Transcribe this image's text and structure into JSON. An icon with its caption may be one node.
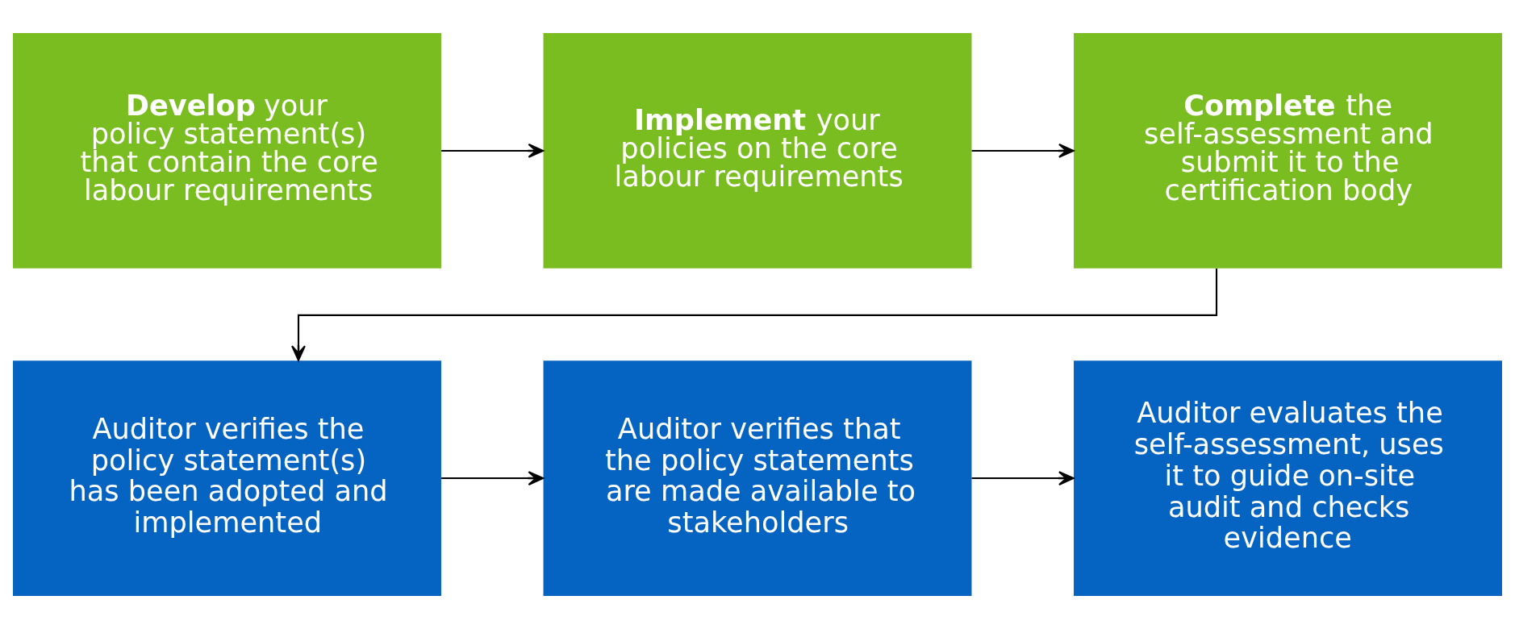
{
  "diagram": {
    "nodes": [
      {
        "text": [
          "**Develop** your policy statement(s) that contain the core labour requirements"
        ]
      },
      {
        "text": [
          "**Implement** your policies on the core labour requirements"
        ]
      },
      {
        "text": [
          "**Complete** the self-assessment and submit it to the certification body"
        ]
      },
      {
        "text": [
          "Auditor verifies the policy statement(s) has been adopted and implemented"
        ]
      },
      {
        "text": [
          "Auditor verifies that the policy statements are made available to stakeholders"
        ]
      },
      {
        "text": [
          "Auditor evaluates the self-assessment, uses it to guide on-site audit and checks evidence"
        ]
      }
    ],
    "edges": [
      {
        "from": 0,
        "to": 1,
        "arrow": "to"
      },
      {
        "from": 1,
        "to": 2,
        "arrow": "to"
      },
      {
        "from": 2,
        "to": 3,
        "arrow": "to"
      },
      {
        "from": 3,
        "to": 4,
        "arrow": "to"
      },
      {
        "from": 4,
        "to": 5,
        "arrow": "to"
      }
    ]
  }
}
